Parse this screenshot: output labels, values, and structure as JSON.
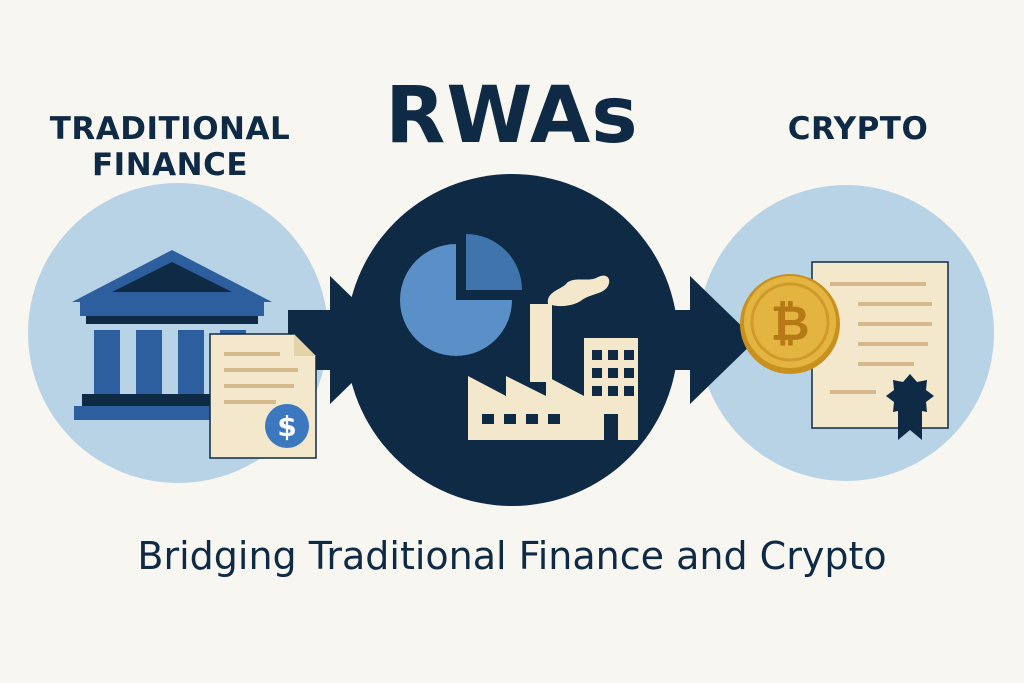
{
  "labels": {
    "left": "TRADITIONAL FINANCE",
    "center": "RWAs",
    "right": "CRYPTO"
  },
  "tagline": "Bridging Traditional Finance and Crypto",
  "icons": {
    "left": [
      "bank-icon",
      "document-icon",
      "dollar-icon"
    ],
    "center": [
      "pie-chart-icon",
      "factory-icon",
      "building-icon"
    ],
    "right": [
      "bitcoin-icon",
      "certificate-icon",
      "award-ribbon-icon"
    ],
    "connectors": [
      "arrow-icon",
      "arrow-icon"
    ]
  },
  "symbols": {
    "dollar": "$",
    "bitcoin": "₿"
  },
  "colors": {
    "background": "#f8f6f1",
    "navy": "#0f2a45",
    "light_blue": "#b9d3e6",
    "mid_blue": "#5b8fc7",
    "bank_blue": "#2d5f9e",
    "cream": "#f3e8cc",
    "gold": "#e3b440"
  }
}
